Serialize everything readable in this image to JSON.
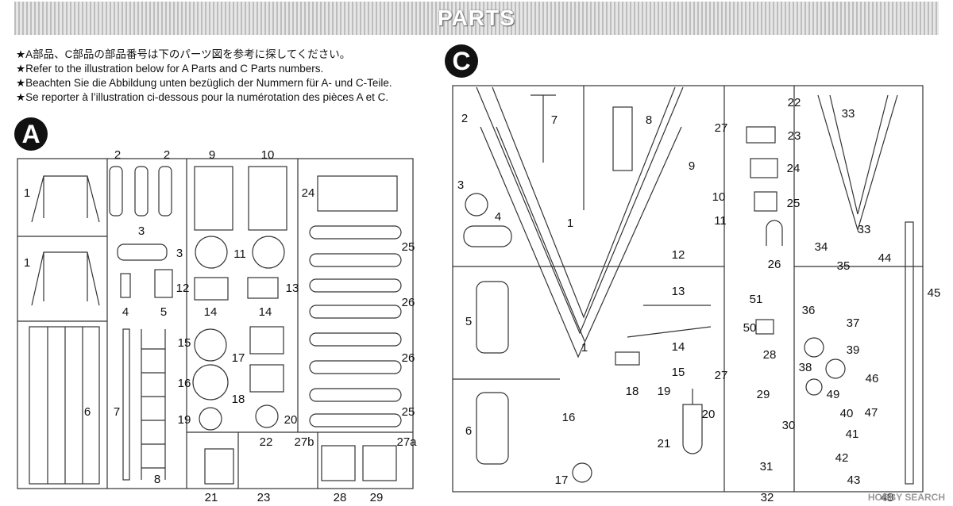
{
  "banner": {
    "title": "PARTS"
  },
  "notes": [
    "★A部品、C部品の部品番号は下のパーツ図を参考に探してください。",
    "★Refer to the illustration below for A Parts and C Parts numbers.",
    "★Beachten Sie die Abbildung unten bezüglich der Nummern für A- und C-Teile.",
    "★Se reporter à l’illustration ci-dessous pour la numérotation des pièces A et C."
  ],
  "sprues": {
    "a": {
      "letter": "A"
    },
    "c": {
      "letter": "C"
    }
  },
  "labels_a": [
    "2",
    "2",
    "9",
    "10",
    "1",
    "24",
    "3",
    "1",
    "3",
    "11",
    "25",
    "4",
    "5",
    "12",
    "13",
    "26",
    "14",
    "14",
    "15",
    "17",
    "26",
    "16",
    "18",
    "25",
    "6",
    "7",
    "19",
    "20",
    "22",
    "27b",
    "27a",
    "8",
    "21",
    "23",
    "28",
    "29"
  ],
  "labels_c": [
    "2",
    "7",
    "8",
    "27",
    "22",
    "33",
    "23",
    "9",
    "10",
    "24",
    "3",
    "11",
    "25",
    "4",
    "1",
    "33",
    "12",
    "34",
    "26",
    "35",
    "44",
    "13",
    "51",
    "36",
    "5",
    "45",
    "37",
    "14",
    "50",
    "39",
    "28",
    "1",
    "38",
    "15",
    "27",
    "46",
    "49",
    "29",
    "18",
    "19",
    "40",
    "6",
    "47",
    "16",
    "20",
    "30",
    "41",
    "21",
    "31",
    "42",
    "17",
    "43",
    "32",
    "48"
  ],
  "watermark": "HOBBY SEARCH"
}
